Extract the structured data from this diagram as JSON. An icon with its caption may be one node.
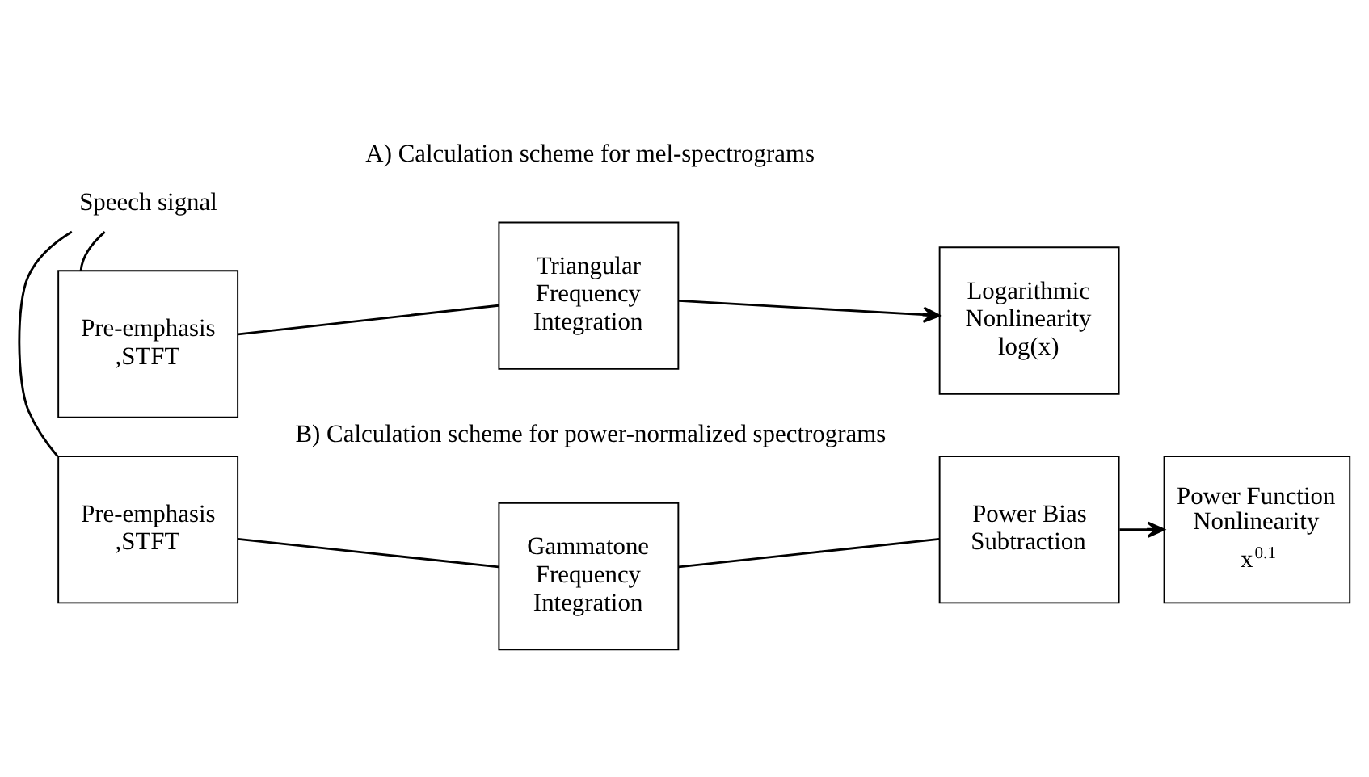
{
  "diagram": {
    "nodes": [
      {
        "text": [
          "Pre-emphasis ,STFT"
        ]
      },
      {
        "text": [
          "Triangular Frequency Integration"
        ]
      },
      {
        "text": [
          "Logarithmic Nonlinearity log(x)"
        ]
      },
      {
        "text": [
          "Speech signal"
        ]
      },
      {
        "text": [
          "Pre-emphasis ,STFT"
        ]
      },
      {
        "text": [
          "Gammatone Frequency Integration"
        ]
      },
      {
        "text": [
          "Power Bias Subtraction"
        ]
      },
      {
        "text": [
          "Power Function Nonlinearity x$^{0.1}$"
        ]
      }
    ],
    "edges": [
      {
        "from": 3,
        "to": 0,
        "arrow": "none"
      },
      {
        "from": 3,
        "to": 4,
        "arrow": "none"
      },
      {
        "from": 0,
        "to": 1,
        "arrow": "none"
      },
      {
        "from": 1,
        "to": 2,
        "arrow": "to"
      },
      {
        "from": 4,
        "to": 5,
        "arrow": "none"
      },
      {
        "from": 5,
        "to": 6,
        "arrow": "none"
      },
      {
        "from": 6,
        "to": 7,
        "arrow": "to"
      }
    ],
    "labels": [
      "A) Calculation scheme for mel-spectrograms",
      "B) Calculation scheme for power-normalized spectrograms"
    ]
  }
}
